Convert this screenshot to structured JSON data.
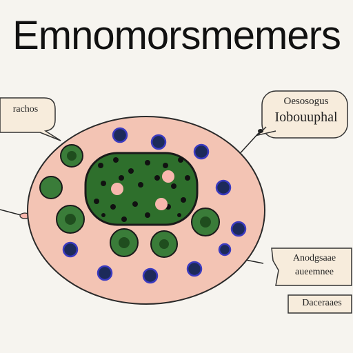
{
  "title": "Emnomorsmemers",
  "callouts": {
    "top_left": {
      "text": "rachos"
    },
    "top_right": {
      "line1": "Oesosogus",
      "line2": "Iobouuphal"
    },
    "bottom_right": {
      "line1": "Anodgsaae",
      "line2": "aueemnee"
    },
    "bottom_right_small": {
      "text": "Daceraaes"
    }
  },
  "colors": {
    "cell_fill": "#f3c4b4",
    "nucleus_fill": "#2e6f2c",
    "organelle_fill": "#3a7c39",
    "granule_fill": "#1c2a5a",
    "granule_ring": "#3a3ac0",
    "spot_fill": "#f7b7ad",
    "callout_fill": "#f7ecdc",
    "outline": "#2a2a2a"
  }
}
